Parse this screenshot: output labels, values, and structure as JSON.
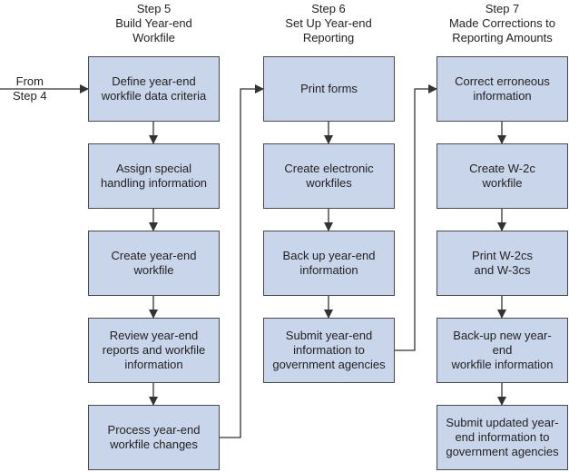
{
  "from_label": "From\nStep 4",
  "columns": [
    {
      "header": [
        "Step 5",
        "Build Year-end",
        "Workfile"
      ],
      "boxes": [
        "Define year-end\nworkfile data criteria",
        "Assign special\nhandling information",
        "Create year-end\nworkfile",
        "Review year-end\nreports and workfile\ninformation",
        "Process year-end\nworkfile changes"
      ]
    },
    {
      "header": [
        "Step 6",
        "Set Up Year-end",
        "Reporting"
      ],
      "boxes": [
        "Print forms",
        "Create electronic\nworkfiles",
        "Back up year-end\ninformation",
        "Submit year-end\ninformation to\ngovernment agencies"
      ]
    },
    {
      "header": [
        "Step 7",
        "Made Corrections to",
        "Reporting Amounts"
      ],
      "boxes": [
        "Correct erroneous\ninformation",
        "Create W-2c\nworkfile",
        "Print W-2cs\nand W-3cs",
        "Back-up new year-end\nworkfile information",
        "Submit updated year-\nend information to\ngovernment agencies"
      ]
    }
  ]
}
